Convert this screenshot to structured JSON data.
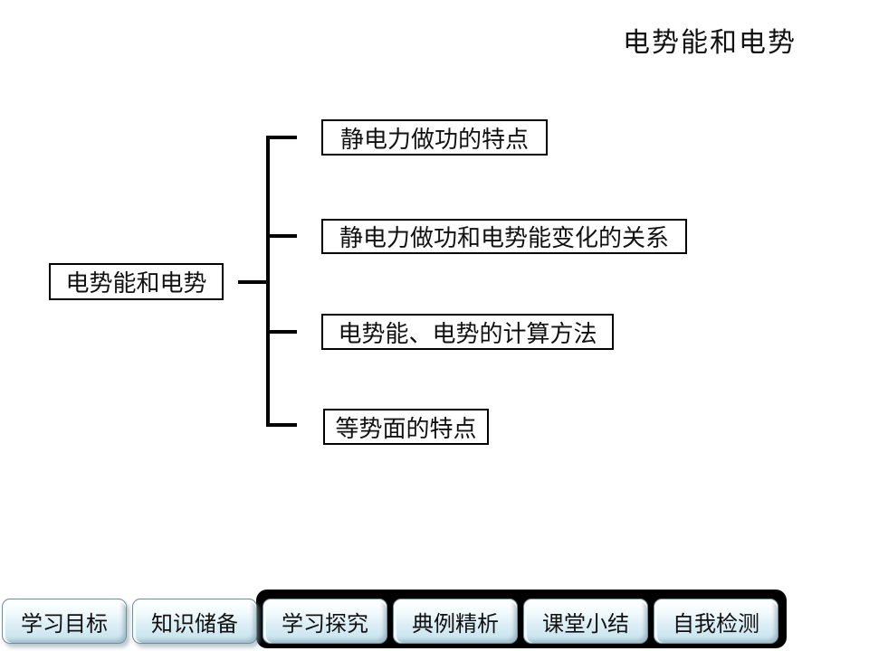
{
  "slide": {
    "title": "电势能和电势"
  },
  "diagram": {
    "root_label": "电势能和电势",
    "branches": [
      {
        "label": "静电力做功的特点"
      },
      {
        "label": "静电力做功和电势能变化的关系"
      },
      {
        "label": "电势能、电势的计算方法"
      },
      {
        "label": "等势面的特点"
      }
    ]
  },
  "nav": {
    "buttons": [
      {
        "label": "学习目标",
        "highlighted": false
      },
      {
        "label": "知识储备",
        "highlighted": false
      },
      {
        "label": "学习探究",
        "highlighted": true
      },
      {
        "label": "典例精析",
        "highlighted": true
      },
      {
        "label": "课堂小结",
        "highlighted": true
      },
      {
        "label": "自我检测",
        "highlighted": true
      }
    ]
  },
  "colors": {
    "background": "#ffffff",
    "line": "#000000",
    "box_border": "#000000",
    "text": "#111111",
    "button_face_top": "#ffffff",
    "button_face_bottom": "#c4e2ec",
    "button_border": "#6f8d9c",
    "highlight_backdrop": "#000000"
  }
}
